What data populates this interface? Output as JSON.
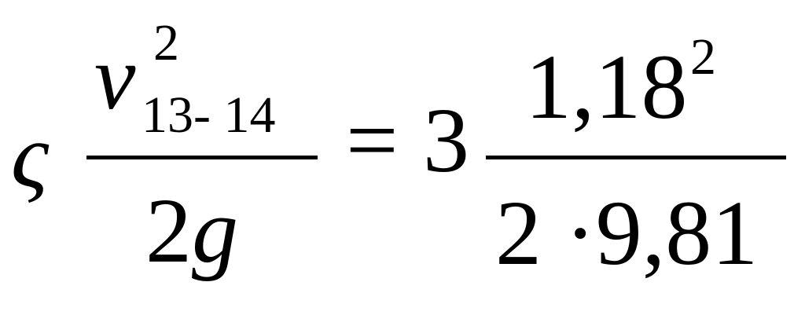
{
  "formula": {
    "coefficient_symbol": "ς",
    "left_fraction": {
      "numerator_variable": "v",
      "numerator_exponent": "2",
      "numerator_subscript": "13- 14",
      "denominator": "2g"
    },
    "equals": "=",
    "coefficient_value": "3",
    "right_fraction": {
      "numerator_value": "1,18",
      "numerator_exponent": "2",
      "denominator": "2 ·9,81"
    }
  }
}
